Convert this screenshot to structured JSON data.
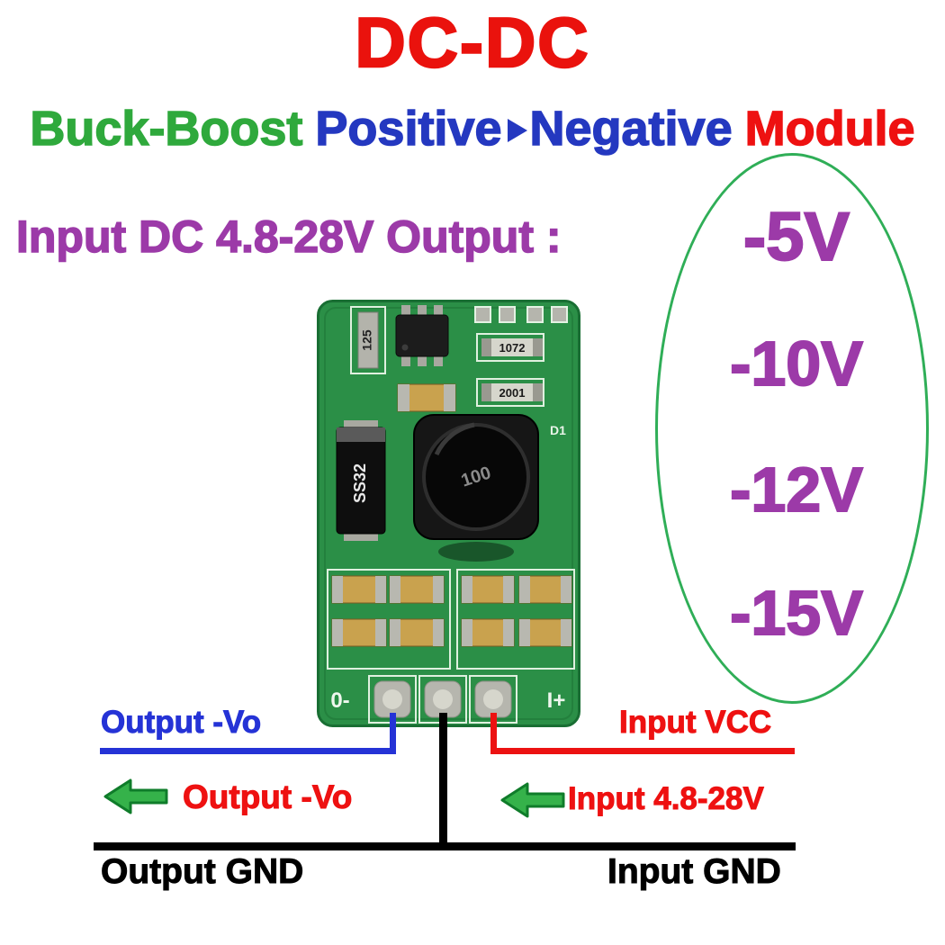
{
  "title": "DC-DC",
  "subtitle": {
    "buck_boost": "Buck-Boost",
    "positive": "Positive",
    "negative": "Negative",
    "module": "Module"
  },
  "spec_line": "Input DC 4.8-28V Output :",
  "output_options": [
    "-5V",
    "-10V",
    "-12V",
    "-15V"
  ],
  "pcb": {
    "markings": {
      "m125": "125",
      "m1072": "1072",
      "m2001": "2001",
      "diode": "SS32",
      "inductor": "100",
      "d1": "D1",
      "pad_negative": "0-",
      "pad_positive": "I+"
    }
  },
  "annotations": {
    "output_vo_pin": "Output -Vo",
    "input_vcc_pin": "Input VCC",
    "output_vo_arrow": "Output -Vo",
    "input_range_arrow": "Input 4.8-28V",
    "output_gnd": "Output GND",
    "input_gnd": "Input GND"
  },
  "colors": {
    "title_red": "#ea120d",
    "green": "#2fa93c",
    "blue": "#2438c0",
    "purple": "#9c3aa8",
    "wire_blue": "#2533d6",
    "wire_red": "#ec1212",
    "wire_black": "#000000",
    "ellipse_green": "#2fae57",
    "arrow_green": "#35b24a",
    "pcb_green": "#2b8f47"
  }
}
